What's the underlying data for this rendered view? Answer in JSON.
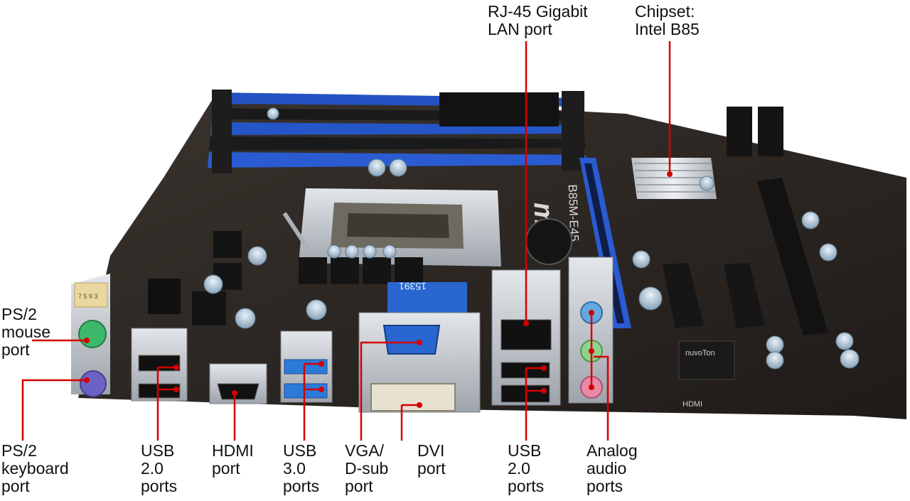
{
  "labels": {
    "lan": "RJ-45 Gigabit\nLAN port",
    "chipset": "Chipset:\nIntel B85",
    "ps2_mouse": "PS/2\nmouse\nport",
    "ps2_keyboard": "PS/2\nkeyboard\nport",
    "usb20_left": "USB\n2.0\nports",
    "hdmi": "HDMI\nport",
    "usb30": "USB\n3.0\nports",
    "vga": "VGA/\nD-sub\nport",
    "dvi": "DVI\nport",
    "usb20_right": "USB\n2.0\nports",
    "audio": "Analog\naudio\nports"
  },
  "board_text": {
    "model": "B85M-E45",
    "brand": "msi",
    "vga_code": "15391",
    "hdmi_silk": "HDMI",
    "nuvoton": "nuvoTon",
    "bios_sticker": "7 5 9 3"
  },
  "colors": {
    "pcb": "#2b2623",
    "dimm": "#1f4fb8",
    "leader": "#d40000",
    "ps2_mouse": "#3cb86a",
    "ps2_keyboard": "#6a63c4",
    "audio_blue": "#63a9e0",
    "audio_green": "#8ed28e",
    "audio_pink": "#e98aa7",
    "usb3_blue": "#2c7ad8",
    "metal": "#c8ccd2"
  }
}
